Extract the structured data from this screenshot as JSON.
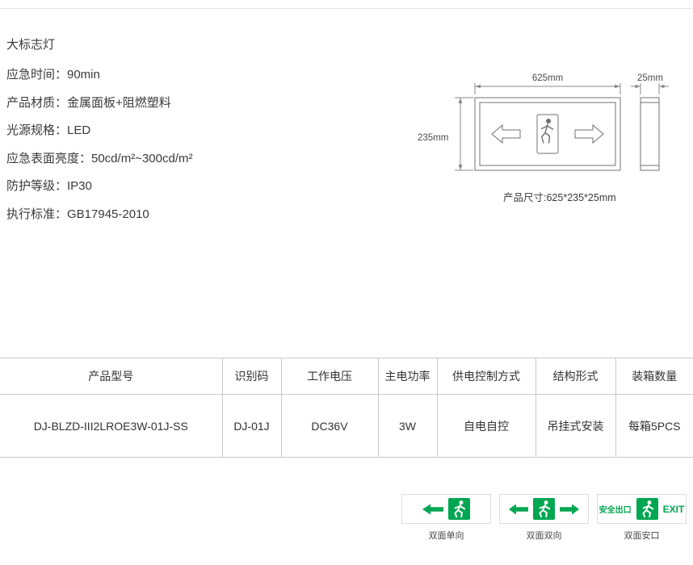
{
  "colors": {
    "green": "#00a651",
    "line": "#707070"
  },
  "product": {
    "title": "大标志灯",
    "specs": [
      "应急时间：90min",
      "产品材质：金属面板+阻燃塑料",
      "光源规格：LED",
      "应急表面亮度：50cd/m²~300cd/m²",
      "防护等级：IP30",
      "执行标准：GB17945-2010"
    ]
  },
  "drawing": {
    "width_label": "625mm",
    "depth_label": "25mm",
    "height_label": "235mm",
    "caption": "产品尺寸:625*235*25mm"
  },
  "table": {
    "headers": [
      "产品型号",
      "识别码",
      "工作电压",
      "主电功率",
      "供电控制方式",
      "结构形式",
      "装箱数量"
    ],
    "row": [
      "DJ-BLZD-III2LROE3W-01J-SS",
      "DJ-01J",
      "DC36V",
      "3W",
      "自电自控",
      "吊挂式安装",
      "每箱5PCS"
    ]
  },
  "variants": {
    "items": [
      {
        "label": "双面单向"
      },
      {
        "label": "双面双向"
      },
      {
        "label": "双面安口",
        "left_text": "安全出口",
        "right_text": "EXIT"
      }
    ]
  }
}
